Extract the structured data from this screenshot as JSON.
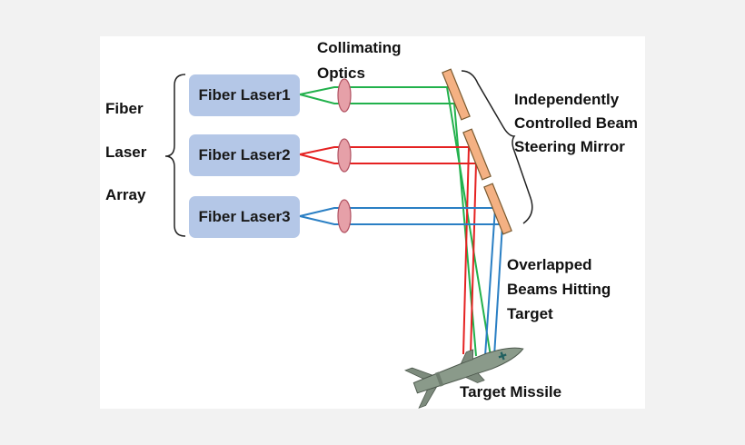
{
  "array_label": {
    "line1": "Fiber",
    "line2": "Laser",
    "line3": "Array"
  },
  "lasers": [
    {
      "label": "Fiber Laser1",
      "color": "#22b14c"
    },
    {
      "label": "Fiber Laser2",
      "color": "#e52222"
    },
    {
      "label": "Fiber Laser3",
      "color": "#2a7fc4"
    }
  ],
  "optics_label": {
    "line1": "Collimating",
    "line2": "Optics"
  },
  "mirror_label": {
    "line1": "Independently",
    "line2": "Controlled Beam",
    "line3": "Steering Mirror"
  },
  "overlap_label": {
    "line1": "Overlapped",
    "line2": "Beams Hitting",
    "line3": "Target"
  },
  "target_label": "Target Missile",
  "colors": {
    "laser_box": "#b4c7e7",
    "lens": "#e6a0a8",
    "mirror": "#f4b183",
    "missile": "#8a9a8a"
  }
}
